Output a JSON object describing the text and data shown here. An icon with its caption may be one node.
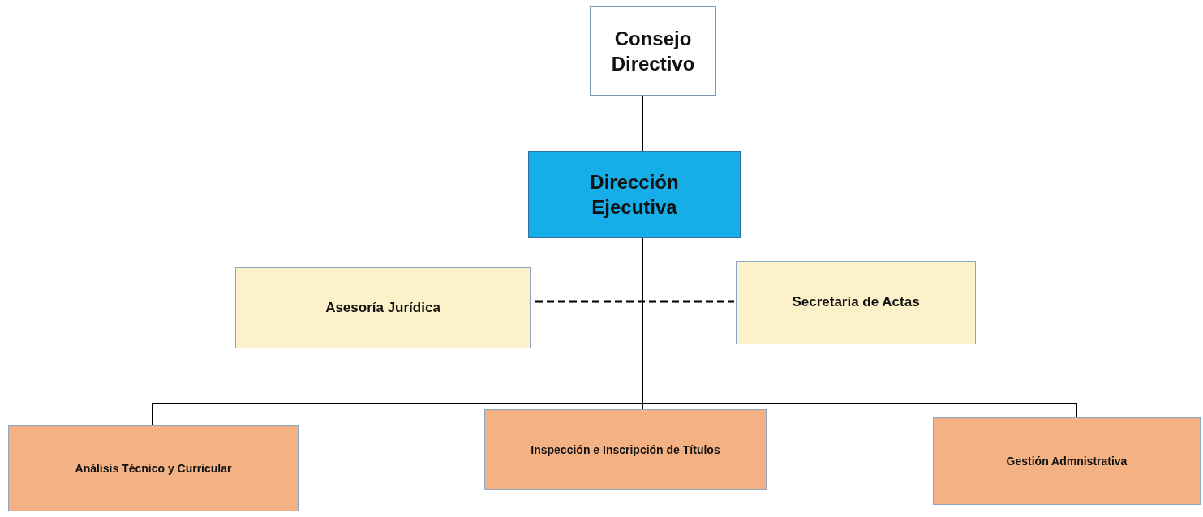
{
  "diagram": {
    "nodes": [
      {
        "text": [
          "Consejo Directivo"
        ]
      },
      {
        "text": [
          "Dirección Ejecutiva"
        ]
      },
      {
        "text": [
          "Asesoría Jurídica"
        ]
      },
      {
        "text": [
          "Secretaría de Actas"
        ]
      },
      {
        "text": [
          "Análisis Técnico y Curricular"
        ]
      },
      {
        "text": [
          "Inspección e Inscripción de Títulos"
        ]
      },
      {
        "text": [
          "Gestión Admnistrativa"
        ]
      }
    ],
    "edges": [
      {
        "from": 0,
        "to": 1,
        "arrow": "none"
      },
      {
        "from": 1,
        "to": 4,
        "arrow": "none"
      },
      {
        "from": 1,
        "to": 5,
        "arrow": "none"
      },
      {
        "from": 1,
        "to": 6,
        "arrow": "none"
      },
      {
        "from": 2,
        "to": 3,
        "arrow": "none",
        "style": "dashed"
      }
    ]
  }
}
